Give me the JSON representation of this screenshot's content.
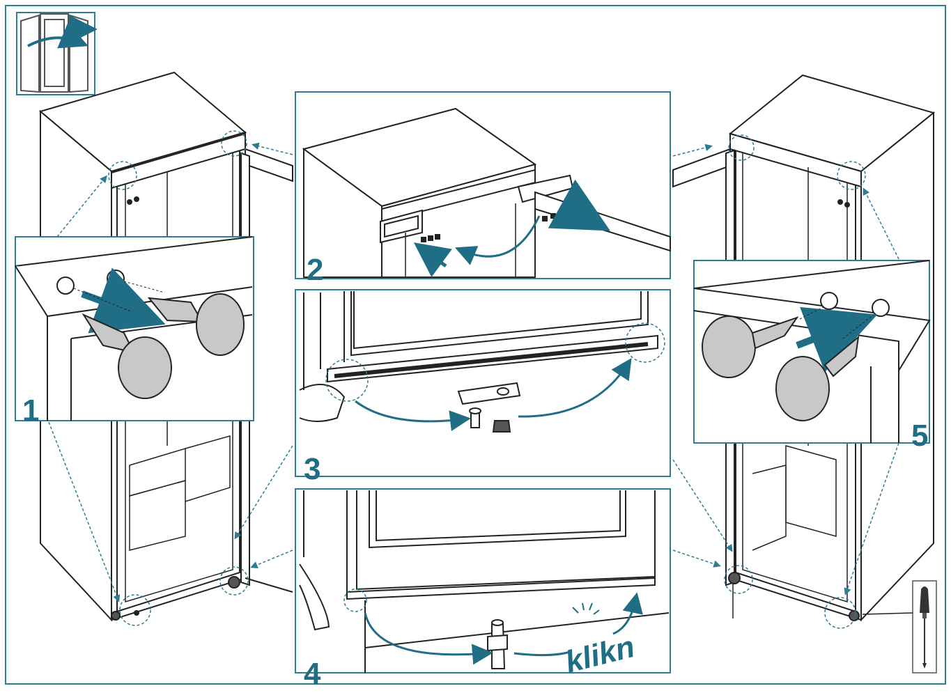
{
  "colors": {
    "accent": "#1f6e86",
    "line": "#222222",
    "plug_fill": "#c8c8c8",
    "frame": "#2c7d93"
  },
  "steps": [
    {
      "number": "1"
    },
    {
      "number": "2"
    },
    {
      "number": "3"
    },
    {
      "number": "4"
    },
    {
      "number": "5"
    }
  ],
  "sound_label": "klikn",
  "icons": [
    "door-reversal-icon",
    "screwdriver-icon"
  ]
}
